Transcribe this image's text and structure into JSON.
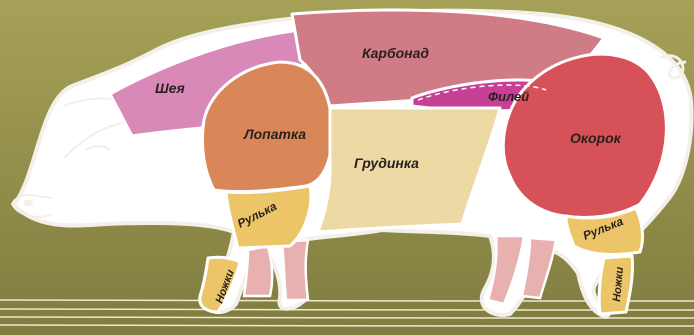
{
  "labels": {
    "neck": "Шея",
    "loin": "Карбонад",
    "tenderloin": "Филей",
    "shoulder": "Лопатка",
    "brisket": "Грудинка",
    "ham": "Окорок",
    "front_shank": "Рулька",
    "rear_shank": "Рулька",
    "front_trotter": "Ножки",
    "rear_trotter": "Ножки"
  },
  "colors": {
    "background": "#8f8b48",
    "body": "#ffffff",
    "outline": "#f3f0ea",
    "neck": "#d989b8",
    "loin": "#cf7c86",
    "tenderloin": "#c84096",
    "shoulder": "#d98758",
    "brisket": "#ecd9a4",
    "ham": "#d65158",
    "shank": "#ebc567",
    "leg_pink": "#e9b0b0"
  }
}
